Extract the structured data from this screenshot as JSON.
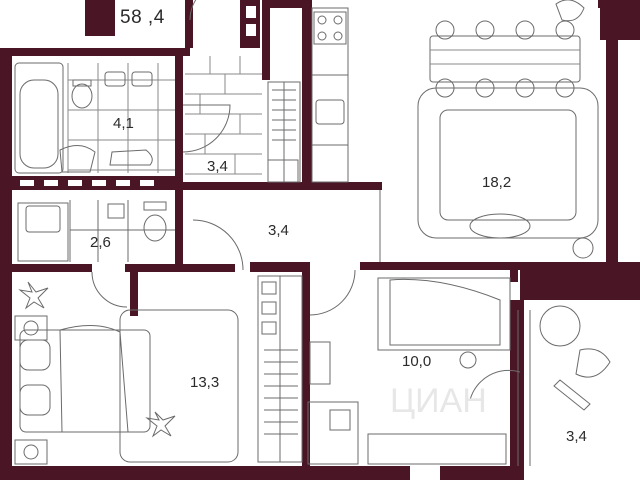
{
  "total_area": "58 ,4",
  "rooms": {
    "bathroom": "4,1",
    "hall_small": "3,4",
    "toilet": "2,6",
    "corridor": "3,4",
    "living_kitchen": "18,2",
    "bedroom": "13,3",
    "kids_room": "10,0",
    "balcony": "3,4"
  },
  "colors": {
    "wall": "#4a1626",
    "line": "#6b6b6b",
    "tile": "#8a8a8a"
  },
  "watermark": "ЦИАН"
}
